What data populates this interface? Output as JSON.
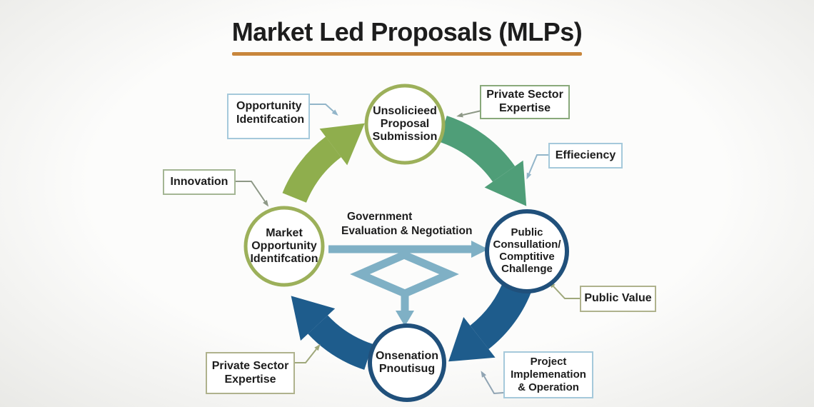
{
  "title": "Market Led Proposals (MLPs)",
  "colors": {
    "bg_center": "#FCFCFB",
    "bg_edge": "#E9E9E6",
    "text": "#1D1D1D",
    "underline": "#C8863C",
    "olive": "#8FAE4D",
    "olive_circle": "#9CB05A",
    "teal": "#4F9E78",
    "navy": "#1E5C8C",
    "navy_circle": "#20507B",
    "lightblue": "#7FB0C5",
    "box_blue": "#A5C9DB",
    "box_green": "#89A97B",
    "box_sage": "#A4B694",
    "box_olive": "#AFB28D",
    "conn_blue": "#92B5C9",
    "conn_olive": "#9FA87B",
    "conn_gray": "#8D9886",
    "conn_grayblue": "#90A4B3"
  },
  "cycle": {
    "top": {
      "label": "Unsolicieed\nProposal\nSubmission"
    },
    "left": {
      "label": "Market\nOpportunity\nIdentifcation"
    },
    "right": {
      "label": "Public\nConsullation/\nComptitive\nChallenge"
    },
    "bottom": {
      "label": "Onsenation\nPnoutisug"
    }
  },
  "center": {
    "line1": "Government",
    "line2": "Evaluation & Negotiation"
  },
  "callouts": {
    "opportunity": {
      "label": "Opportunity\nIdentifcation"
    },
    "private_top": {
      "label": "Private Sector\nExpertise"
    },
    "efficiency": {
      "label": "Effieciency"
    },
    "innovation": {
      "label": "Innovation"
    },
    "public_value": {
      "label": "Public Value"
    },
    "private_bottom": {
      "label": "Private Sector\nExpertise"
    },
    "project": {
      "label": "Project\nImplemenation\n& Operation"
    }
  }
}
